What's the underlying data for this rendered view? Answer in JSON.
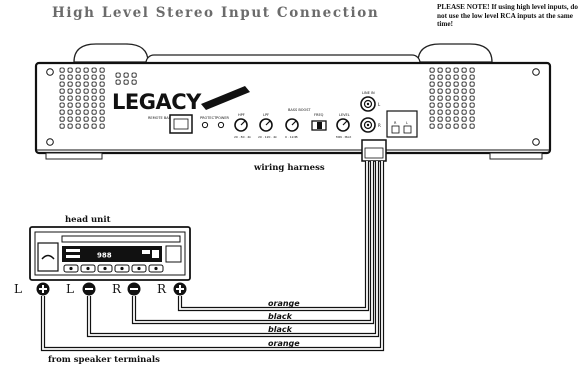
{
  "title": "High Level Stereo Input Connection",
  "note": "PLEASE NOTE! If using high level inputs, do not use the low level RCA inputs at the same time!",
  "amp": {
    "brand": "LEGACY",
    "remote_label": "REMOTE BASS KNOB",
    "led_labels": [
      "PROTECT",
      "POWER"
    ],
    "knobs": [
      {
        "label": "HPF",
        "range": "20 · 80 · 4k"
      },
      {
        "label": "LPF",
        "range": "20 · 120 · 4k"
      },
      {
        "label": "BASS BOOST",
        "range": "0 · 12dB"
      },
      {
        "label": "LEVEL",
        "range": "MIN · MAX"
      }
    ],
    "mode_label": "FREQ",
    "rca_label": "LINE IN",
    "rca_channels": [
      "L",
      "R"
    ],
    "harness_pins": [
      "R",
      "L"
    ]
  },
  "labels": {
    "wiring_harness": "wiring harness",
    "head_unit": "head unit",
    "from_speaker": "from speaker terminals"
  },
  "head_unit_display": "988",
  "terminals": [
    {
      "channel": "L",
      "polarity": "+"
    },
    {
      "channel": "L",
      "polarity": "-"
    },
    {
      "channel": "R",
      "polarity": "-"
    },
    {
      "channel": "R",
      "polarity": "+"
    }
  ],
  "wires": [
    {
      "color_name": "orange"
    },
    {
      "color_name": "black"
    },
    {
      "color_name": "black"
    },
    {
      "color_name": "orange"
    }
  ]
}
